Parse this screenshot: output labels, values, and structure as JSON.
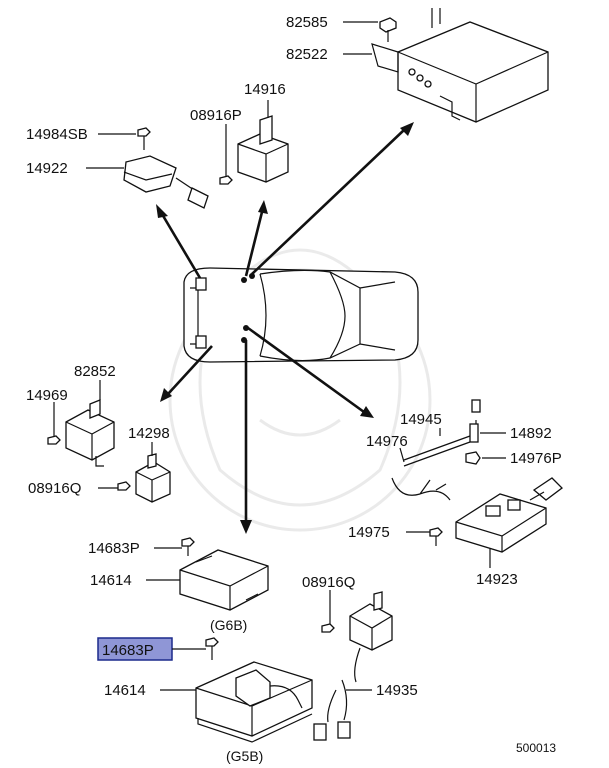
{
  "diagram": {
    "labels": {
      "p82585": "82585",
      "p82522": "82522",
      "p14916": "14916",
      "p08916P": "08916P",
      "p14984SB": "14984SB",
      "p14922": "14922",
      "p82852": "82852",
      "p14969": "14969",
      "p14298": "14298",
      "p08916Q_left": "08916Q",
      "p14945": "14945",
      "p14892": "14892",
      "p14976": "14976",
      "p14976P": "14976P",
      "p14975": "14975",
      "p14923": "14923",
      "p14683P_upper": "14683P",
      "p14614_upper": "14614",
      "p08916Q_right": "08916Q",
      "p14683P_lower": "14683P",
      "p14614_lower": "14614",
      "p14935": "14935"
    },
    "captions": {
      "g6b": "(G6B)",
      "g5b": "(G5B)"
    },
    "footer_code": "500013",
    "highlighted_part": "14683P",
    "highlight_color": "#8f96d6"
  }
}
